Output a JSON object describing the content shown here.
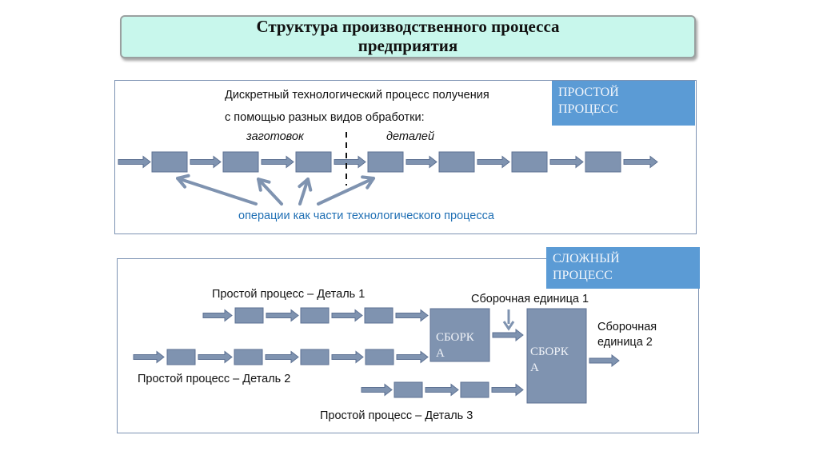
{
  "title": {
    "line1": "Структура производственного  процесса",
    "line2": "предприятия"
  },
  "simple_process": {
    "tag_line1": "ПРОСТОЙ",
    "tag_line2": "ПРОЦЕСС",
    "description_line1": "Дискретный технологический процесс получения",
    "description_line2": "с помощью разных видов обработки:",
    "label_blanks": "заготовок",
    "label_parts": "деталей",
    "operations_caption": "операции как части технологического процесса",
    "operation_count": 7
  },
  "complex_process": {
    "tag_line1": "СЛОЖНЫЙ",
    "tag_line2": "ПРОЦЕСС",
    "detail1_label": "Простой процесс – Деталь 1",
    "detail2_label": "Простой процесс – Деталь 2",
    "detail3_label": "Простой процесс – Деталь 3",
    "assembly_unit1_label": "Сборочная единица 1",
    "assembly_unit2_label_line1": "Сборочная",
    "assembly_unit2_label_line2": "единица 2",
    "assembly1_line1": "СБОРК",
    "assembly1_line2": "А",
    "assembly2_line1": "СБОРК",
    "assembly2_line2": "А",
    "detail1_operations": 3,
    "detail2_operations": 4,
    "detail3_operations": 2
  },
  "colors": {
    "box_fill": "#7f93b0",
    "box_stroke": "#5e7293",
    "tag_fill": "#5b9bd5",
    "title_fill": "#c8f7ec",
    "caption_blue": "#1f6fb4"
  }
}
